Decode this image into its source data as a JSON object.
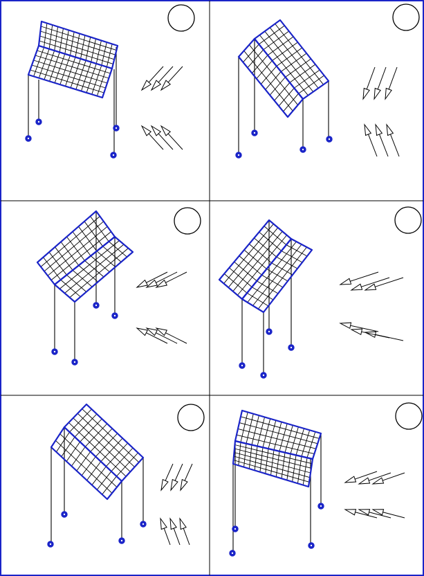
{
  "figure": {
    "grid": {
      "rows": 3,
      "cols": 2
    },
    "colors": {
      "frame": "#1a24c8",
      "mesh": "#1a24c8",
      "grid_lines": "#000000",
      "cables": "#000000",
      "anchors": "#1a24c8",
      "arrows": "#000000",
      "label_circle": "#000000"
    },
    "panels": [
      {
        "id": "a",
        "label": "",
        "roof": "ridge-back",
        "wind_top": "down-left",
        "wind_bottom": "up-left"
      },
      {
        "id": "b",
        "label": "",
        "roof": "ridge-diagonal",
        "wind_top": "down-left-steep",
        "wind_bottom": "up-steep"
      },
      {
        "id": "c",
        "label": "",
        "roof": "ridge-diagonal",
        "wind_top": "left",
        "wind_bottom": "left"
      },
      {
        "id": "d",
        "label": "",
        "roof": "ridge-diagonal",
        "wind_top": "left",
        "wind_bottom": "left"
      },
      {
        "id": "e",
        "label": "",
        "roof": "ridge-diagonal",
        "wind_top": "down-left-steep",
        "wind_bottom": "up-steep"
      },
      {
        "id": "f",
        "label": "",
        "roof": "ridge-back",
        "wind_top": "left",
        "wind_bottom": "left"
      }
    ]
  }
}
